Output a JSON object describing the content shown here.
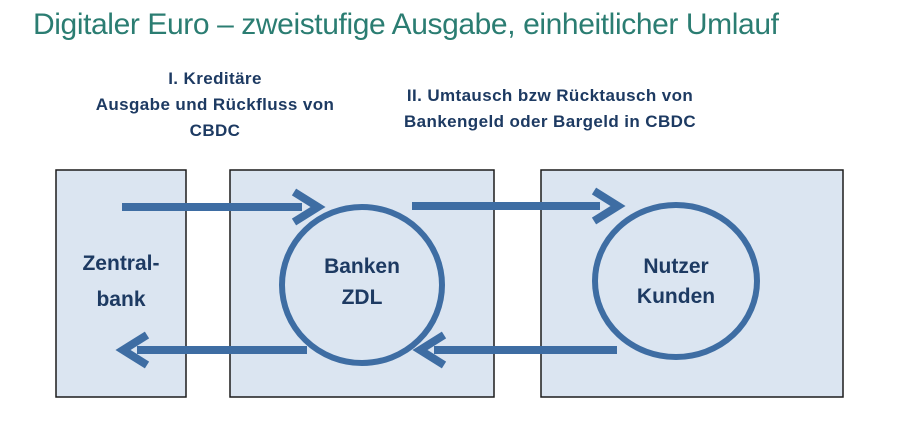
{
  "title": "Digitaler Euro – zweistufige Ausgabe, einheitlicher Umlauf",
  "flow_labels": {
    "credit_issue": "I. Kreditäre\nAusgabe und Rückfluss von\nCBDC",
    "exchange": "II. Umtausch bzw Rücktausch von\nBankengeld oder Bargeld in CBDC"
  },
  "nodes": {
    "central_bank": "Zentral-\nbank",
    "banks": "Banken\nZDL",
    "users": "Nutzer\nKunden"
  },
  "colors": {
    "title_teal": "#2b7d72",
    "label_navy": "#1d3a62",
    "box_fill": "#dbe5f1",
    "box_border": "#1c1c1c",
    "arrow_blue": "#3e6da3"
  }
}
